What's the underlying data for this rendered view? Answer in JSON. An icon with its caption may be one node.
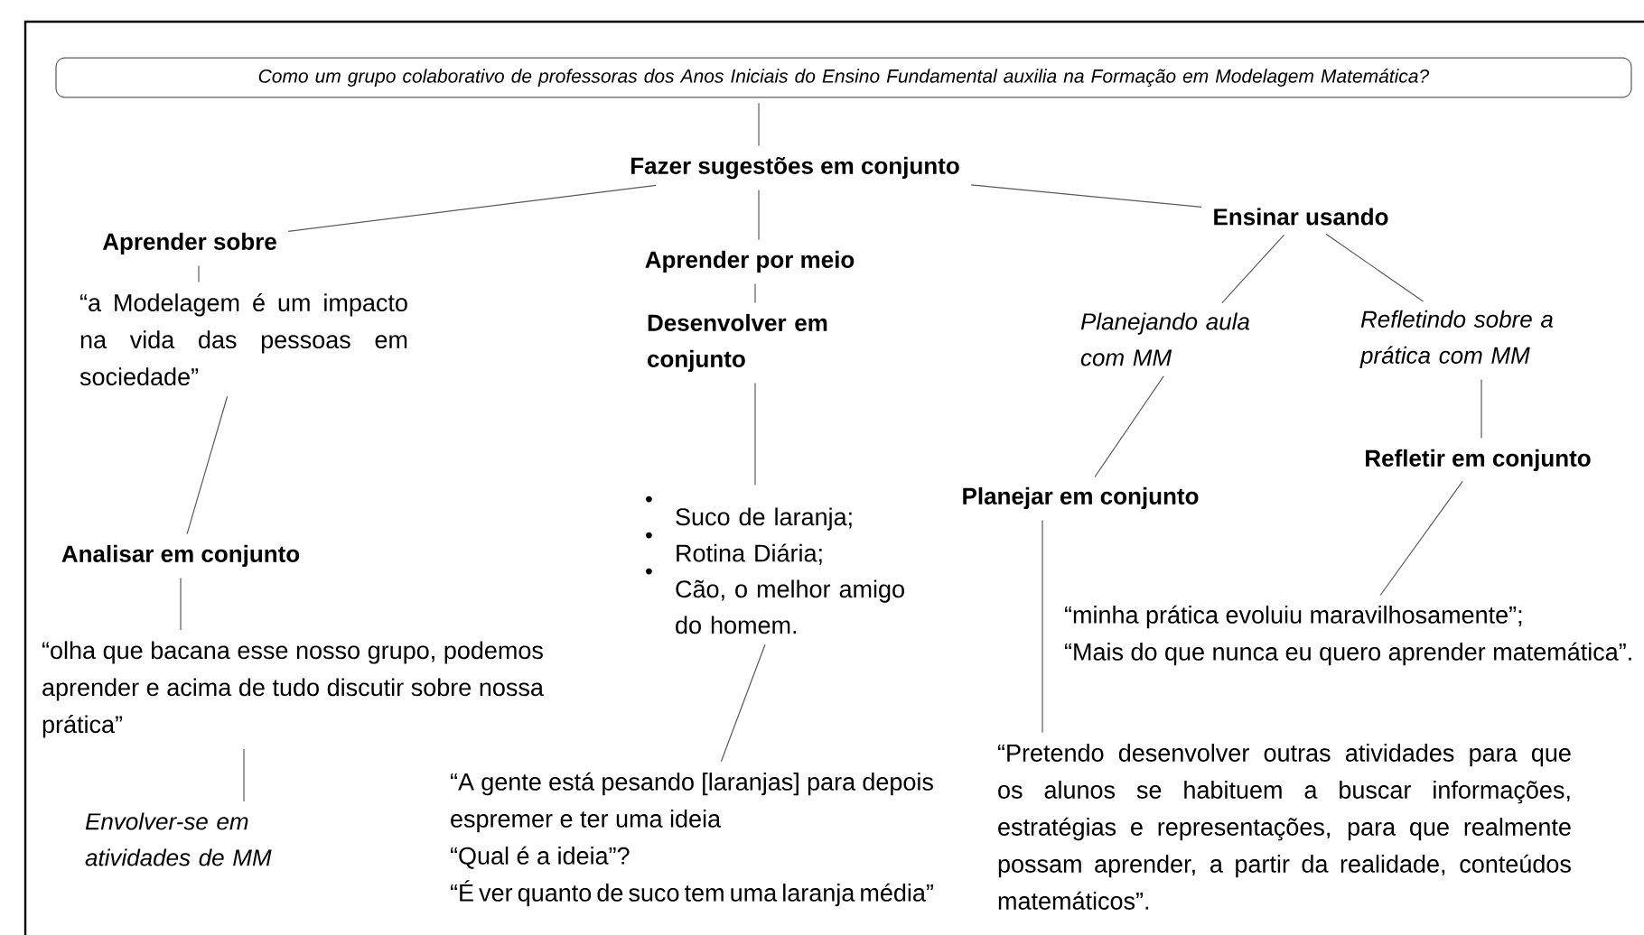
{
  "diagram": {
    "nodes": [
      {
        "text": [
          "Como um grupo colaborativo de professoras dos Anos Iniciais do Ensino Fundamental auxilia na Formação em Modelagem Matemática?"
        ]
      },
      {
        "text": [
          "Fazer sugestões em conjunto"
        ]
      },
      {
        "text": [
          "Aprender sobre"
        ]
      },
      {
        "text": [
          "Aprender por meio"
        ]
      },
      {
        "text": [
          "Ensinar usando"
        ]
      },
      {
        "text": [
          "“a Modelagem é um impacto na vida das pessoas em sociedade”"
        ]
      },
      {
        "text": [
          "Desenvolver em conjunto"
        ]
      },
      {
        "text": [
          "Planejando aula com MM"
        ]
      },
      {
        "text": [
          "Refletindo sobre a prática com MM"
        ]
      },
      {
        "text": [
          "Analisar em conjunto"
        ]
      },
      {
        "text": [
          "Suco de laranja;",
          "Rotina Diária;",
          "Cão, o melhor amigo do homem."
        ]
      },
      {
        "text": [
          "Planejar em conjunto"
        ]
      },
      {
        "text": [
          "Refletir em conjunto"
        ]
      },
      {
        "text": [
          "“olha que bacana esse nosso grupo, podemos aprender e acima de tudo discutir sobre nossa prática”"
        ]
      },
      {
        "text": [
          "“minha prática evoluiu maravilhosamente”;",
          "“Mais do que nunca eu quero aprender matemática”."
        ]
      },
      {
        "text": [
          "“A gente está pesando [laranjas] para depois espremer e ter uma ideia",
          "“Qual é a ideia”?",
          "“É ver quanto de suco tem uma laranja média”"
        ]
      },
      {
        "text": [
          "“Pretendo desenvolver outras atividades para que os alunos se habituem a buscar informações, estratégias e representações, para que realmente possam aprender, a partir da realidade, conteúdos matemáticos”."
        ]
      },
      {
        "text": [
          "Envolver-se em atividades de MM"
        ]
      }
    ],
    "edges": [
      {
        "from": 0,
        "to": 1,
        "arrow": "none"
      },
      {
        "from": 1,
        "to": 2,
        "arrow": "none"
      },
      {
        "from": 1,
        "to": 3,
        "arrow": "none"
      },
      {
        "from": 1,
        "to": 4,
        "arrow": "none"
      },
      {
        "from": 2,
        "to": 5,
        "arrow": "none"
      },
      {
        "from": 3,
        "to": 6,
        "arrow": "none"
      },
      {
        "from": 4,
        "to": 7,
        "arrow": "none"
      },
      {
        "from": 4,
        "to": 8,
        "arrow": "none"
      },
      {
        "from": 5,
        "to": 9,
        "arrow": "none"
      },
      {
        "from": 6,
        "to": 10,
        "arrow": "none"
      },
      {
        "from": 7,
        "to": 11,
        "arrow": "none"
      },
      {
        "from": 8,
        "to": 12,
        "arrow": "none"
      },
      {
        "from": 9,
        "to": 13,
        "arrow": "none"
      },
      {
        "from": 10,
        "to": 15,
        "arrow": "none"
      },
      {
        "from": 11,
        "to": 16,
        "arrow": "none"
      },
      {
        "from": 12,
        "to": 14,
        "arrow": "none"
      },
      {
        "from": 13,
        "to": 17,
        "arrow": "none"
      }
    ]
  }
}
